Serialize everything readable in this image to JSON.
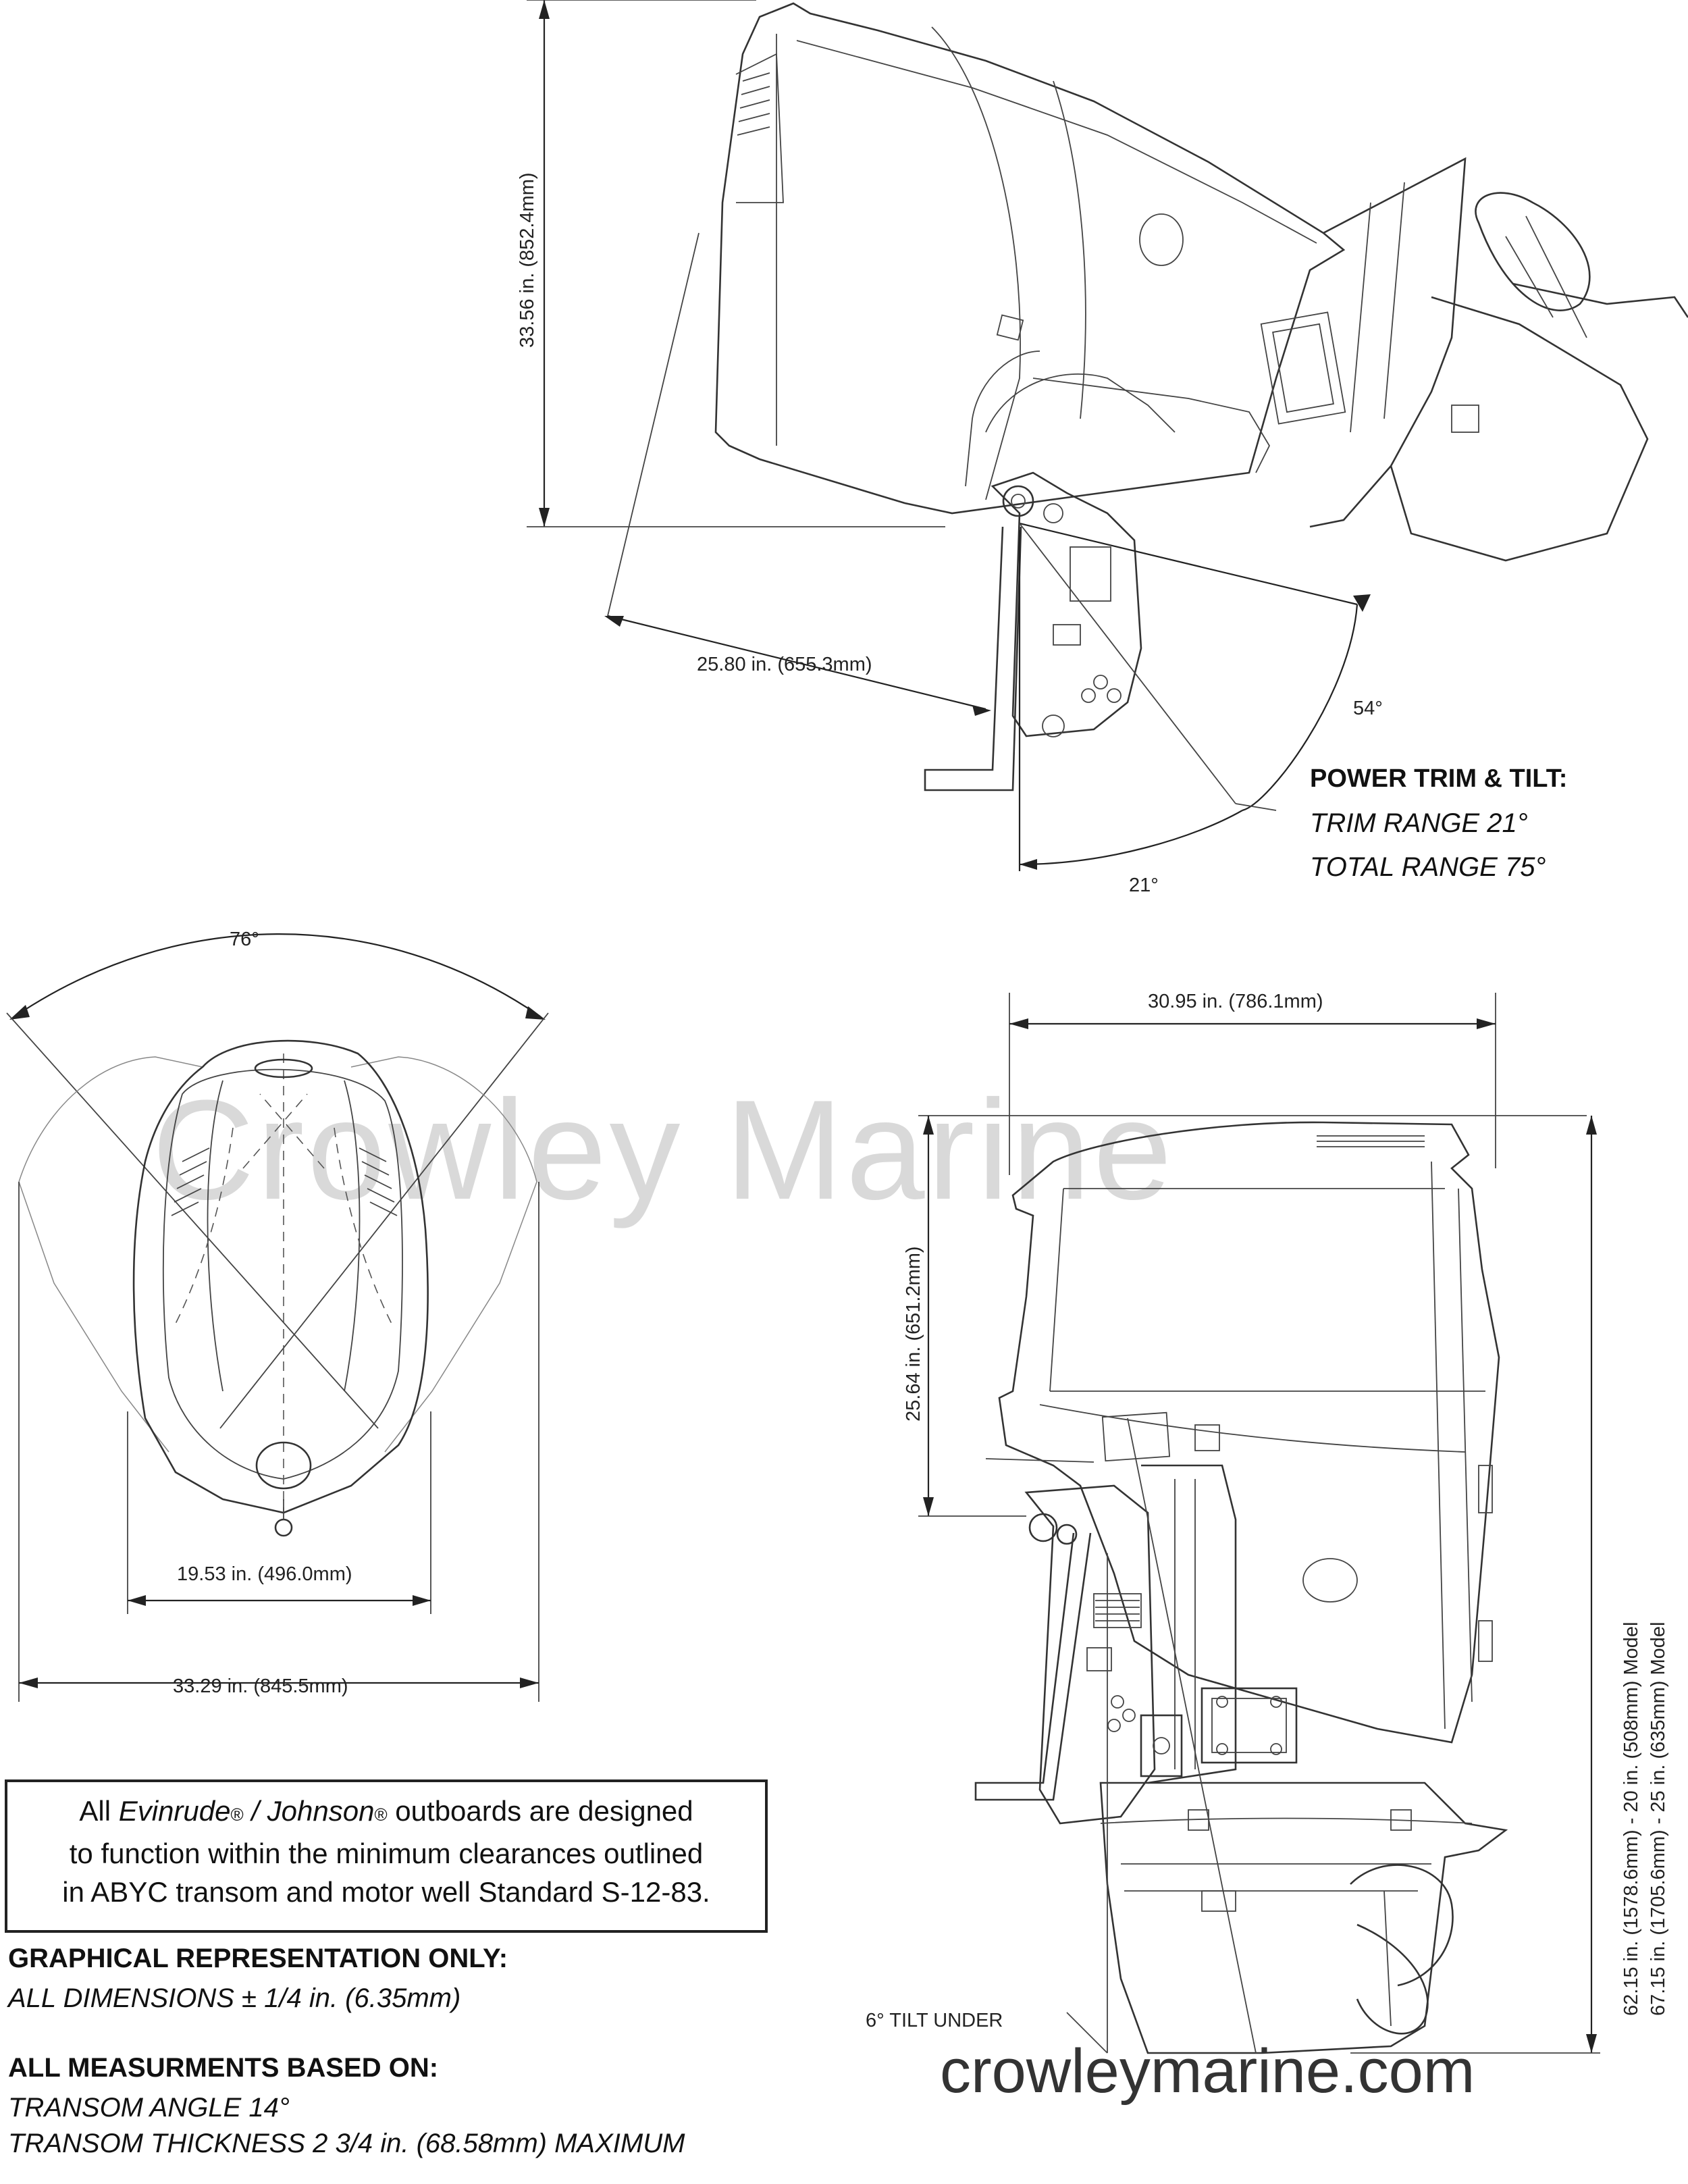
{
  "watermark": "Crowley Marine",
  "site": "crowleymarine.com",
  "side_view": {
    "height_dim": "33.56 in. (852.4mm)",
    "reach_dim": "25.80 in. (655.3mm)",
    "tilt_angle": "54°",
    "trim_angle": "21°"
  },
  "power_trim": {
    "heading": "POWER TRIM & TILT:",
    "trim_range": "TRIM RANGE 21°",
    "total_range": "TOTAL RANGE 75°"
  },
  "top_view": {
    "steer_angle": "76°",
    "inner_width": "19.53 in. (496.0mm)",
    "outer_width": "33.29 in. (845.5mm)"
  },
  "rear_view": {
    "length_dim": "30.95 in. (786.1mm)",
    "cowl_height": "25.64 in. (651.2mm)",
    "height_20": "62.15 in. (1578.6mm) - 20 in. (508mm) Model",
    "height_25": "67.15 in. (1705.6mm) - 25 in. (635mm) Model",
    "tilt_under": "6° TILT UNDER"
  },
  "note": {
    "line1_prefix": "All ",
    "brand1": "Evinrude",
    "reg": "®",
    "sep": " / ",
    "brand2": "Johnson",
    "line1_suffix": " outboards are designed",
    "line2": "to function within the minimum clearances outlined",
    "line3": "in ABYC transom and motor well Standard S-12-83."
  },
  "graphical": {
    "heading": "GRAPHICAL REPRESENTATION ONLY:",
    "tolerance": "ALL DIMENSIONS ± 1/4 in. (6.35mm)"
  },
  "basis": {
    "heading": "ALL MEASURMENTS BASED ON:",
    "angle": "TRANSOM ANGLE 14°",
    "thickness": "TRANSOM THICKNESS 2 3/4 in. (68.58mm) MAXIMUM"
  }
}
